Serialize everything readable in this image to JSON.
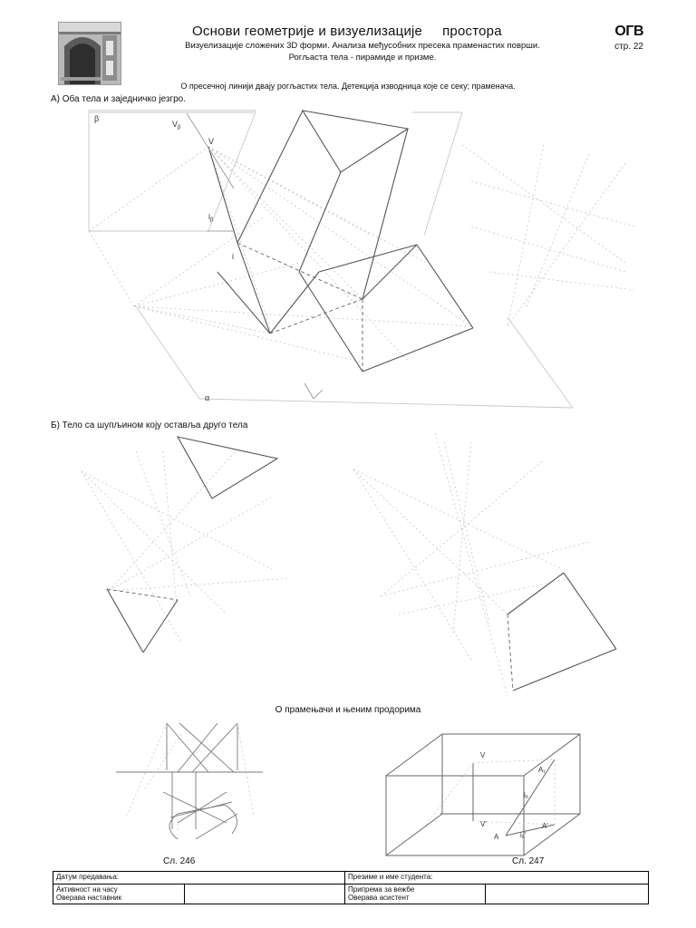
{
  "header": {
    "title_main": "Основи геометрије и визуелизације",
    "title_tail": "простора",
    "subtitle_line1": "Визуелизације сложених 3D форми. Анализа међусобних пресека праменастих површи.",
    "subtitle_line2": "Рогљаста тела - пирамиде и призме.",
    "logo": "ОГВ",
    "page": "стр. 22"
  },
  "topic": "О пресечној линији двају рогљастих тела. Детекција изводница које се секу; праменача.",
  "section_a": {
    "heading": "А) Оба тела и заједничко језгро.",
    "labels": {
      "beta": "β",
      "v_beta": "V",
      "v_beta_sub": "β",
      "v": "V",
      "i_beta": "i",
      "i_beta_sub": "β",
      "i": "i",
      "alpha": "α"
    }
  },
  "section_b": {
    "heading": "Б) Тело са шупљином коју оставља друго тела"
  },
  "section_c": {
    "heading": "О прамењачи и њеним продорима",
    "fig246": "Сл. 246",
    "fig247": "Сл. 247",
    "labels": {
      "v_top": "V",
      "v_bottom": "V'",
      "a1": "A₁",
      "ia": "iₐ",
      "a_prime": "A'",
      "a": "A",
      "ia_prime": "iₐ'"
    }
  },
  "footer": {
    "date_label": "Датум предавања:",
    "student_label": "Презиме и име студента:",
    "activity_label": "Активност на часу",
    "teacher_label": "Оверава наставник",
    "prep_label": "Припрема за вежбе",
    "assistant_label": "Оверава асистент",
    "date_value": "",
    "student_value": "",
    "teacher_value": "",
    "assistant_value": ""
  }
}
